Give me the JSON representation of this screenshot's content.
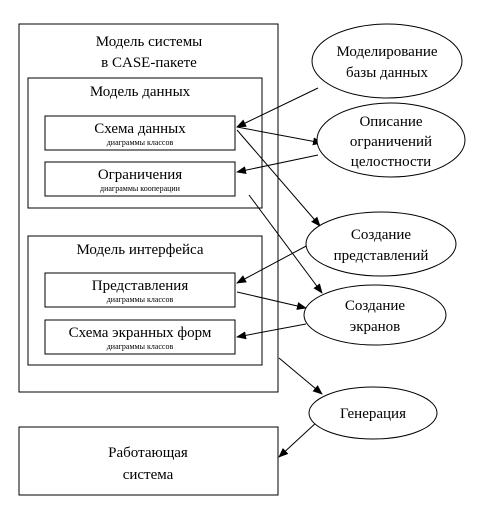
{
  "system_model": {
    "title_line1": "Модель системы",
    "title_line2": "в CASE-пакете"
  },
  "data_model": {
    "title": "Модель данных",
    "items": [
      {
        "label": "Схема данных",
        "sublabel": "диаграммы классов"
      },
      {
        "label": "Ограничения",
        "sublabel": "диаграммы кооперации"
      }
    ]
  },
  "interface_model": {
    "title": "Модель интерфейса",
    "items": [
      {
        "label": "Представления",
        "sublabel": "диаграммы классов"
      },
      {
        "label": "Схема экранных форм",
        "sublabel": "диаграммы классов"
      }
    ]
  },
  "working_system": {
    "line1": "Работающая",
    "line2": "система"
  },
  "processes": [
    {
      "line1": "Моделирование",
      "line2": "базы данных"
    },
    {
      "line1": "Описание",
      "line2": "ограничений",
      "line3": "целостности"
    },
    {
      "line1": "Создание",
      "line2": "представлений"
    },
    {
      "line1": "Создание",
      "line2": "экранов"
    },
    {
      "line1": "Генерация"
    }
  ]
}
